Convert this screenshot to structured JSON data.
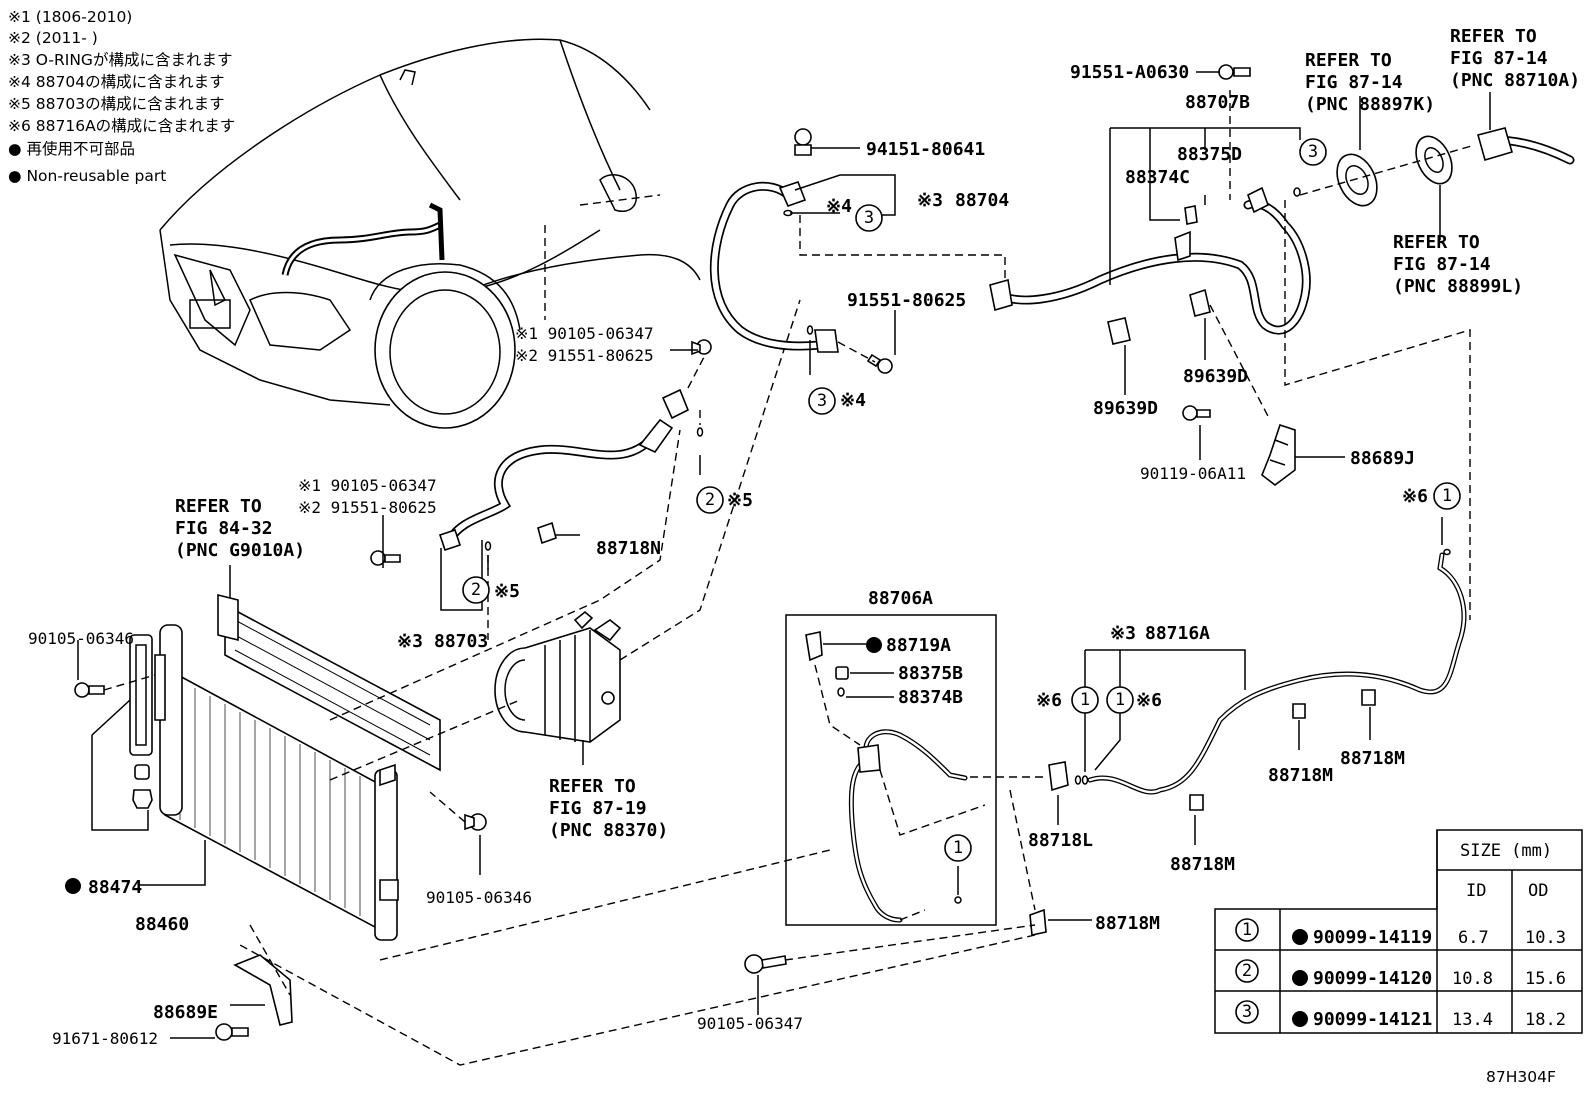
{
  "notes": [
    "※1 (1806-2010)",
    "※2 (2011-      )",
    "※3 O-RINGが構成に含まれます",
    "※4 88704の構成に含まれます",
    "※5 88703の構成に含まれます",
    "※6 88716Aの構成に含まれます",
    "● 再使用不可部品",
    "● Non-reusable part"
  ],
  "labels": {
    "l_91551_A0630": "91551-A0630",
    "l_88707B": "88707B",
    "l_88375D": "88375D",
    "l_88374C": "88374C",
    "l_ref_88897K_1": "REFER TO",
    "l_ref_88897K_2": "FIG 87-14",
    "l_ref_88897K_3": "(PNC 88897K)",
    "l_ref_88710A_1": "REFER TO",
    "l_ref_88710A_2": "FIG 87-14",
    "l_ref_88710A_3": "(PNC 88710A)",
    "l_ref_88899L_1": "REFER TO",
    "l_ref_88899L_2": "FIG 87-14",
    "l_ref_88899L_3": "(PNC 88899L)",
    "l_94151_80641": "94151-80641",
    "l_s3_88704_mark": "※3",
    "l_88704": "88704",
    "l_s4a": "※4",
    "l_91551_80625_b": "91551-80625",
    "l_s1_90105_06347_a": "※1 90105-06347",
    "l_s2_91551_80625_a": "※2 91551-80625",
    "l_s4b": "※4",
    "l_89639D_a": "89639D",
    "l_89639D_b": "89639D",
    "l_90119_06A11": "90119-06A11",
    "l_88689J": "88689J",
    "l_s6a": "※6",
    "l_s5a": "※5",
    "l_s1_90105_06347_b": "※1 90105-06347",
    "l_s2_91551_80625_b": "※2 91551-80625",
    "l_ref_G9010A_1": "REFER TO",
    "l_ref_G9010A_2": "FIG 84-32",
    "l_ref_G9010A_3": "(PNC G9010A)",
    "l_88718N": "88718N",
    "l_s5b": "※5",
    "l_s3_88703_mark": "※3",
    "l_88703": "88703",
    "l_90105_06346_a": "90105-06346",
    "l_88706A": "88706A",
    "l_88719A": "88719A",
    "l_88375B": "88375B",
    "l_88374B": "88374B",
    "l_s3_88716A_mark": "※3",
    "l_88716A": "88716A",
    "l_s6b": "※6",
    "l_s6c": "※6",
    "l_88718M_a": "88718M",
    "l_88718M_b": "88718M",
    "l_88718L": "88718L",
    "l_88718M_c": "88718M",
    "l_ref_88370_1": "REFER TO",
    "l_ref_88370_2": "FIG 87-19",
    "l_ref_88370_3": "(PNC 88370)",
    "l_88474": "88474",
    "l_88460": "88460",
    "l_90105_06346_b": "90105-06346",
    "l_88718M_d": "88718M",
    "l_88689E": "88689E",
    "l_91671_80612": "91671-80612",
    "l_90105_06347_c": "90105-06347",
    "l_code": "87H304F"
  },
  "callouts": {
    "c_main_1": "1",
    "c_main_2a": "2",
    "c_main_2b": "2",
    "c_main_3a": "3",
    "c_main_3b": "3",
    "c_main_3c": "3",
    "c_main_1b": "1",
    "c_main_1c": "1",
    "c_main_1d": "1"
  },
  "size_table": {
    "header": "SIZE (mm)",
    "col_id": "ID",
    "col_od": "OD",
    "rows": [
      {
        "ref": "1",
        "part": "90099-14119",
        "id": "6.7",
        "od": "10.3"
      },
      {
        "ref": "2",
        "part": "90099-14120",
        "id": "10.8",
        "od": "15.6"
      },
      {
        "ref": "3",
        "part": "90099-14121",
        "id": "13.4",
        "od": "18.2"
      }
    ]
  },
  "icons": [
    "non-reusable-dot-icon",
    "o-ring-callout-icon"
  ]
}
